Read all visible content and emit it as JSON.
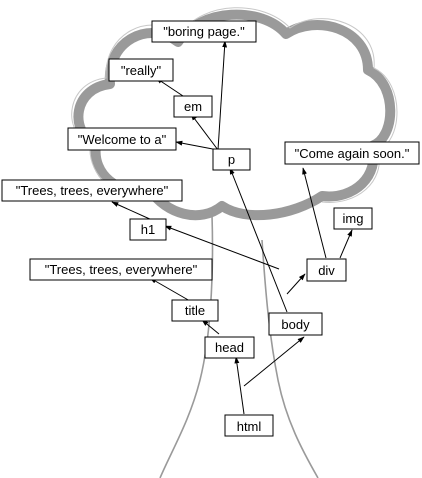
{
  "nodes": {
    "html": "html",
    "head": "head",
    "body": "body",
    "title": "title",
    "title_text": "\"Trees, trees, everywhere\"",
    "div": "div",
    "img": "img",
    "h1": "h1",
    "h1_text": "\"Trees, trees, everywhere\"",
    "come_again": "\"Come again soon.\"",
    "p": "p",
    "welcome": "\"Welcome to a\"",
    "em": "em",
    "really": "\"really\"",
    "boring": "\"boring page.\""
  },
  "colors": {
    "cloud": "#9a9a9a",
    "lines": "#000000",
    "box_fill": "#ffffff"
  }
}
